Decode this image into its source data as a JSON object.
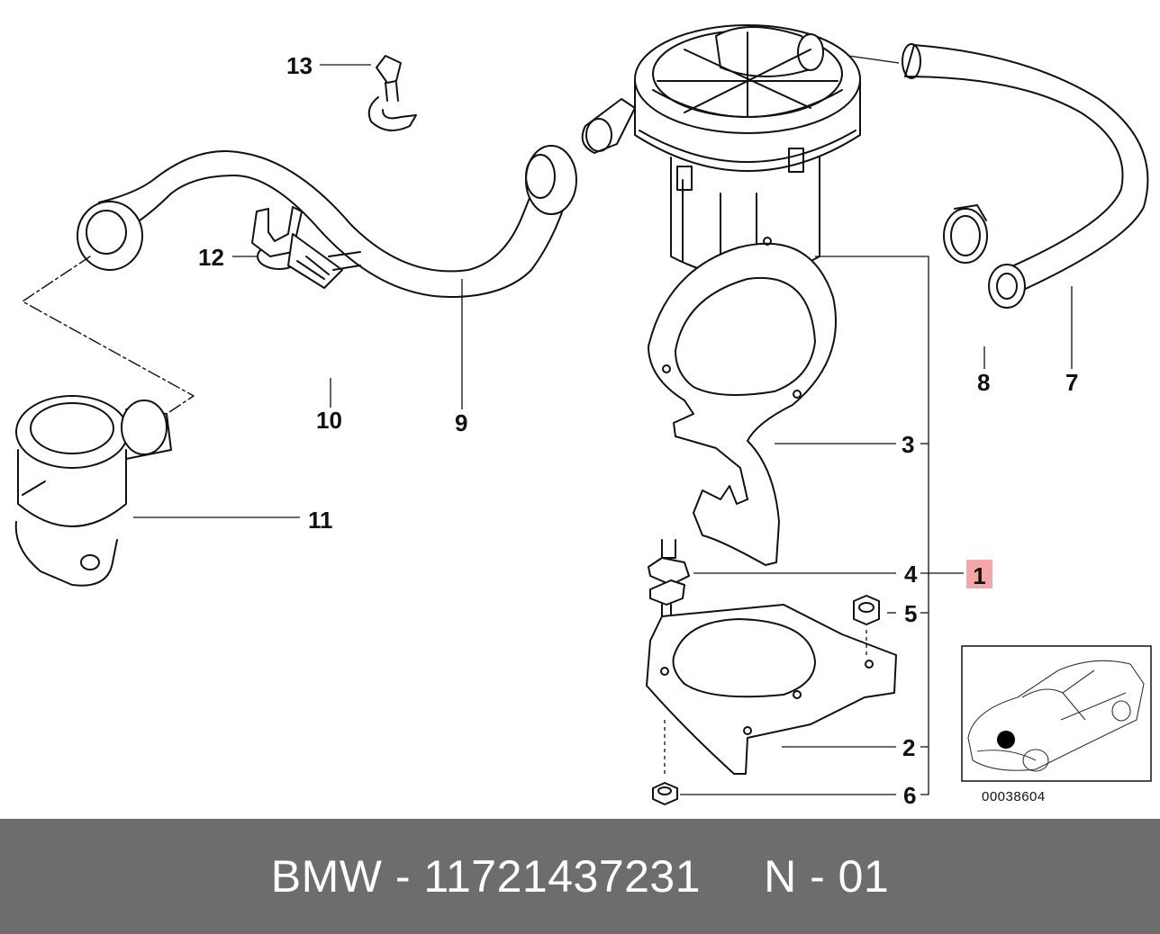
{
  "callouts": {
    "c1": "1",
    "c2": "2",
    "c3": "3",
    "c4": "4",
    "c5": "5",
    "c6": "6",
    "c7": "7",
    "c8": "8",
    "c9": "9",
    "c10": "10",
    "c11": "11",
    "c12": "12",
    "c13": "13"
  },
  "highlight_color": "#f5a7a8",
  "reference_code": "00038604",
  "footer": {
    "brand_part": "BMW - 11721437231",
    "position": "N - 01",
    "background": "#6d6d6d"
  }
}
